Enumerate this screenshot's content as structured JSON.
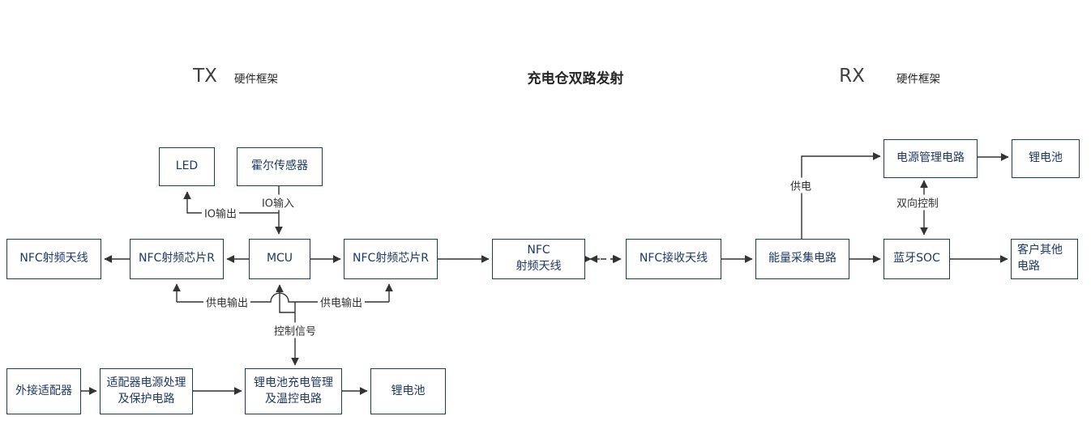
{
  "header": {
    "tx": "TX",
    "tx_sub": "硬件框架",
    "title": "充电仓双路发射",
    "rx": "RX",
    "rx_sub": "硬件框架"
  },
  "colors": {
    "box_border": "#1f3864",
    "box_text": "#1f3864",
    "wire": "#333333",
    "label_text": "#333333",
    "background": "#ffffff"
  },
  "nodes": {
    "led": {
      "label": "LED"
    },
    "hall_sensor": {
      "label": "霍尔传感器"
    },
    "nfc_rf_antenna_tx": {
      "label": "NFC射频天线"
    },
    "nfc_rf_chip_left": {
      "label": "NFC射频芯片R"
    },
    "mcu": {
      "label": "MCU"
    },
    "nfc_rf_chip_right": {
      "label": "NFC射频芯片R"
    },
    "nfc_rf_antenna_mid": {
      "line1": "NFC",
      "line2": "射频天线"
    },
    "nfc_receive_antenna": {
      "label": "NFC接收天线"
    },
    "energy_harvest": {
      "label": "能量采集电路"
    },
    "bluetooth_soc": {
      "label": "蓝牙SOC"
    },
    "customer_other": {
      "line1": "客户其他",
      "line2": "电路"
    },
    "power_mgmt": {
      "label": "电源管理电路"
    },
    "li_battery_rx": {
      "label": "锂电池"
    },
    "ext_adapter": {
      "label": "外接适配器"
    },
    "adapter_power": {
      "line1": "适配器电源处理",
      "line2": "及保护电路"
    },
    "charge_mgmt": {
      "line1": "锂电池充电管理",
      "line2": "及温控电路"
    },
    "li_battery_tx": {
      "label": "锂电池"
    }
  },
  "wire_labels": {
    "io_input": "IO输入",
    "io_output": "IO输出",
    "power_out_left": "供电输出",
    "power_out_right": "供电输出",
    "control_signal": "控制信号",
    "supply": "供电",
    "bidirectional_control": "双向控制"
  }
}
